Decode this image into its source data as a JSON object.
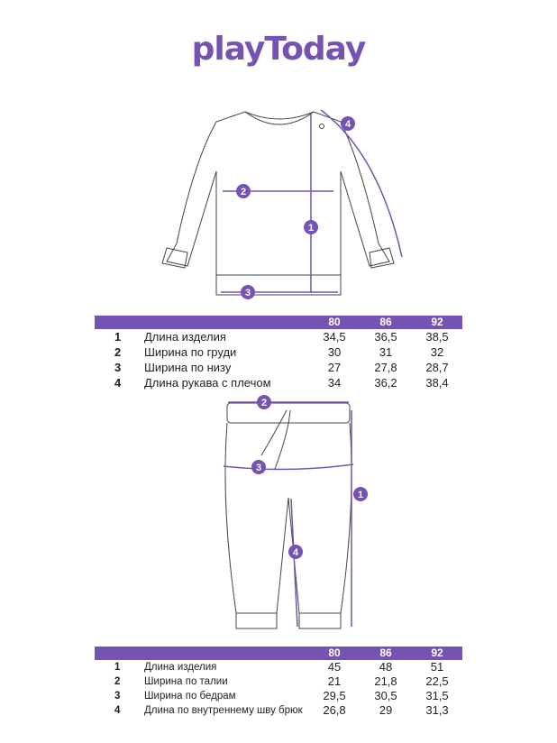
{
  "brand": {
    "logo_text": "playToday",
    "accent": "#7652b1"
  },
  "top_table": {
    "sizes": [
      "80",
      "86",
      "92"
    ],
    "rows": [
      {
        "num": "1",
        "label": "Длина изделия",
        "values": [
          "34,5",
          "36,5",
          "38,5"
        ]
      },
      {
        "num": "2",
        "label": "Ширина по груди",
        "values": [
          "30",
          "31",
          "32"
        ]
      },
      {
        "num": "3",
        "label": "Ширина по низу",
        "values": [
          "27",
          "27,8",
          "28,7"
        ]
      },
      {
        "num": "4",
        "label": "Длина рукава с плечом",
        "values": [
          "34",
          "36,2",
          "38,4"
        ]
      }
    ]
  },
  "bottom_table": {
    "sizes": [
      "80",
      "86",
      "92"
    ],
    "rows": [
      {
        "num": "1",
        "label": "Длина изделия",
        "values": [
          "45",
          "48",
          "51"
        ]
      },
      {
        "num": "2",
        "label": "Ширина по талии",
        "values": [
          "21",
          "21,8",
          "22,5"
        ]
      },
      {
        "num": "3",
        "label": "Ширина по бедрам",
        "values": [
          "29,5",
          "30,5",
          "31,5"
        ]
      },
      {
        "num": "4",
        "label": "Длина по внутреннему шву брюк",
        "values": [
          "26,8",
          "29",
          "31,3"
        ]
      }
    ]
  },
  "markers": {
    "sweatshirt": [
      "1",
      "2",
      "3",
      "4"
    ],
    "pants": [
      "1",
      "2",
      "3",
      "4"
    ]
  }
}
